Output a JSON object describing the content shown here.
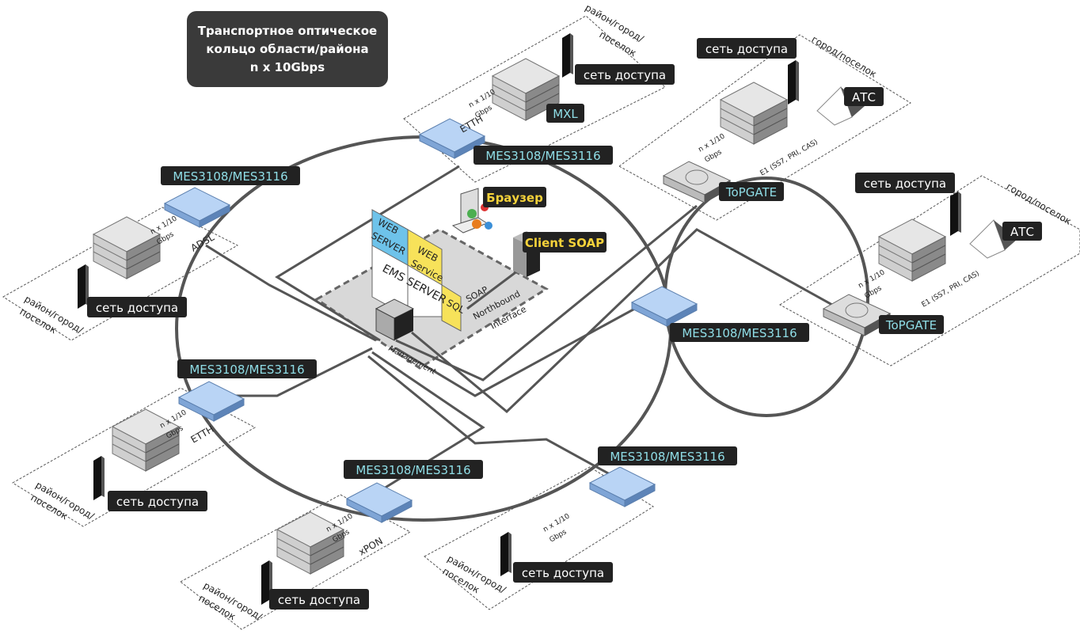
{
  "title": {
    "lines": [
      "Транспортное оптическое",
      "кольцо области/района",
      "n x 10Gbps"
    ]
  },
  "switch_label": "MES3108/MES3116",
  "access_network": "сеть доступа",
  "district": "район/город/поселок",
  "district_lines": [
    "район/город/",
    "поселок"
  ],
  "city": "город/поселок",
  "atc": "АТС",
  "topgate": "ToPGATE",
  "mxl": "MXL",
  "speed": {
    "line1": "n x 1/10",
    "line2": "Gbps"
  },
  "e1": "E1 (SS7, PRI, CAS)",
  "techs": {
    "etth": "ETTH",
    "adsl": "ADSL",
    "xpon": "xPON"
  },
  "center": {
    "browser": "Браузер",
    "client_soap": "Client SOAP",
    "web_server": [
      "WEB",
      "SERVER"
    ],
    "web_service": [
      "WEB",
      "Service"
    ],
    "ems_server": "EMS SERVER",
    "sql": "SQL",
    "soap": [
      "SOAP",
      "Northbound",
      "Interface"
    ],
    "management": "Management"
  },
  "colors": {
    "switch": "#a9c8f0",
    "web_server": "#6ec3ea",
    "web_service": "#f7e25a",
    "label_bg": "#222222",
    "teal_text": "#8fdde6",
    "yellow_text": "#f5d23a"
  }
}
